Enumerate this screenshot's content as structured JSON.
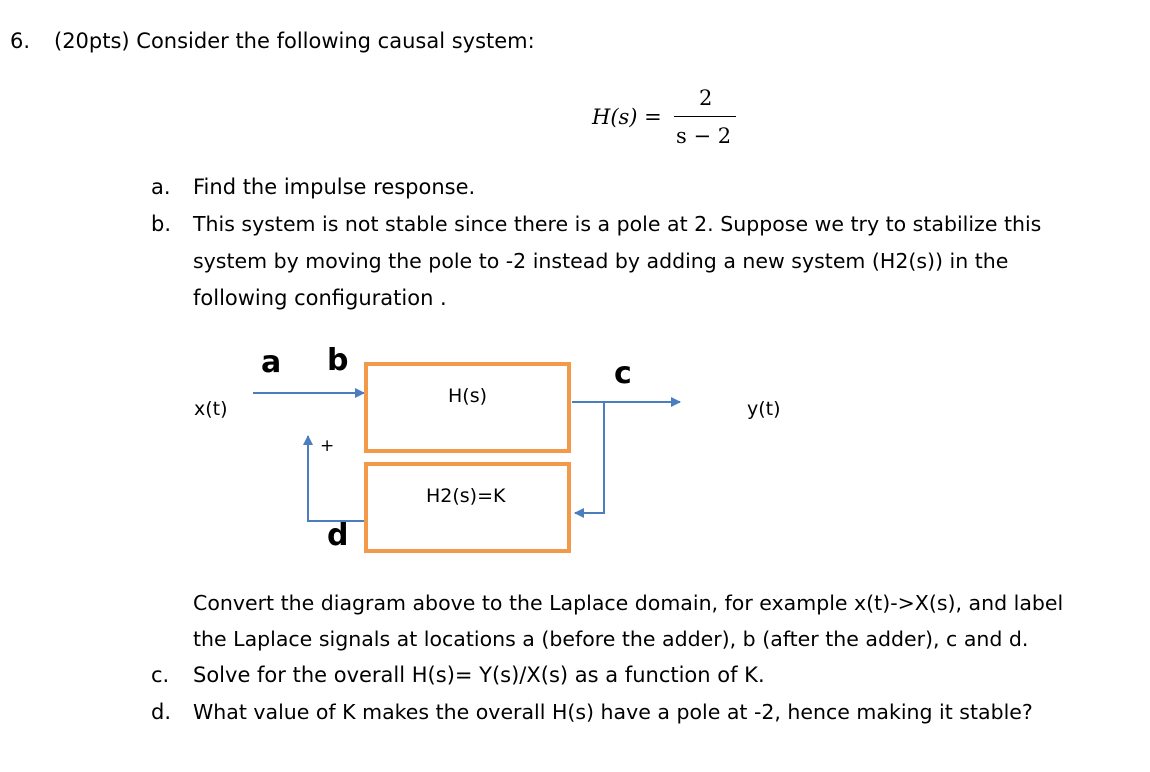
{
  "question": {
    "number": "6.",
    "heading": "(20pts) Consider the following causal system:"
  },
  "equation": {
    "lhs": "H(s) =",
    "numerator": "2",
    "denominator": "s − 2"
  },
  "parts": {
    "a": {
      "marker": "a.",
      "text": "Find the impulse response."
    },
    "b": {
      "marker": "b.",
      "line1": "This system is not stable since there is a pole at 2.  Suppose we try to stabilize this",
      "line2": "system by moving the pole to -2 instead by adding a new system (H2(s)) in the",
      "line3": "following configuration ."
    },
    "convert": {
      "line1": "Convert the diagram above to the Laplace domain, for example x(t)->X(s), and label",
      "line2": "the Laplace signals at locations a (before the adder), b (after the adder), c and d."
    },
    "c": {
      "marker": "c.",
      "text": "Solve for the overall H(s)= Y(s)/X(s) as a function of K."
    },
    "d": {
      "marker": "d.",
      "text": "What value of K makes the overall H(s) have a pole at -2, hence making it stable?"
    }
  },
  "diagram": {
    "input_label": "x(t)",
    "output_label": "y(t)",
    "forward_block": "H(s)",
    "feedback_block": "H2(s)=K",
    "plus_sign": "+",
    "annotations": {
      "a": "a",
      "b": "b",
      "c": "c",
      "d": "d"
    },
    "colors": {
      "block_border": "#f29a4a",
      "wire": "#4a7ebf"
    }
  }
}
